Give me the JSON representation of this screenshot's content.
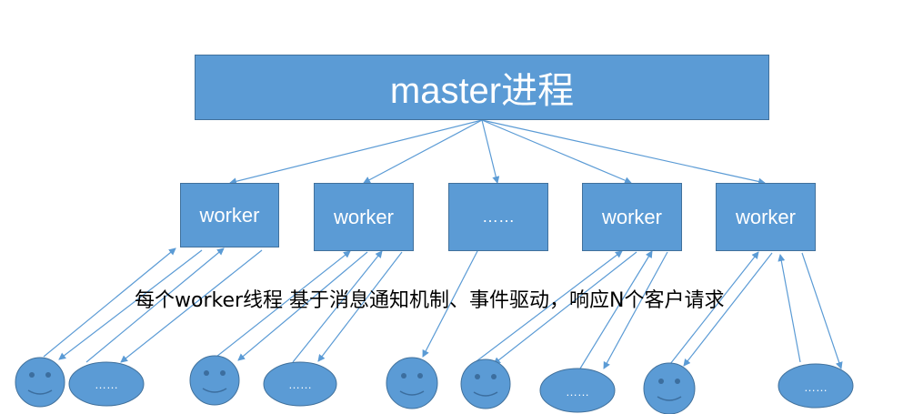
{
  "master": {
    "label": "master进程"
  },
  "workers": [
    {
      "label": "worker"
    },
    {
      "label": "worker"
    },
    {
      "label": "……"
    },
    {
      "label": "worker"
    },
    {
      "label": "worker"
    }
  ],
  "caption": "每个worker线程 基于消息通知机制、事件驱动，响应N个客户请求",
  "clients": [
    {
      "type": "smiley"
    },
    {
      "type": "ellipsis",
      "label": "……"
    },
    {
      "type": "smiley"
    },
    {
      "type": "ellipsis",
      "label": "……"
    },
    {
      "type": "smiley"
    },
    {
      "type": "smiley"
    },
    {
      "type": "ellipsis",
      "label": "……"
    },
    {
      "type": "smiley"
    },
    {
      "type": "ellipsis",
      "label": "……"
    }
  ],
  "colors": {
    "fill": "#5b9bd5",
    "stroke": "#41719c",
    "line": "#5b9bd5"
  }
}
